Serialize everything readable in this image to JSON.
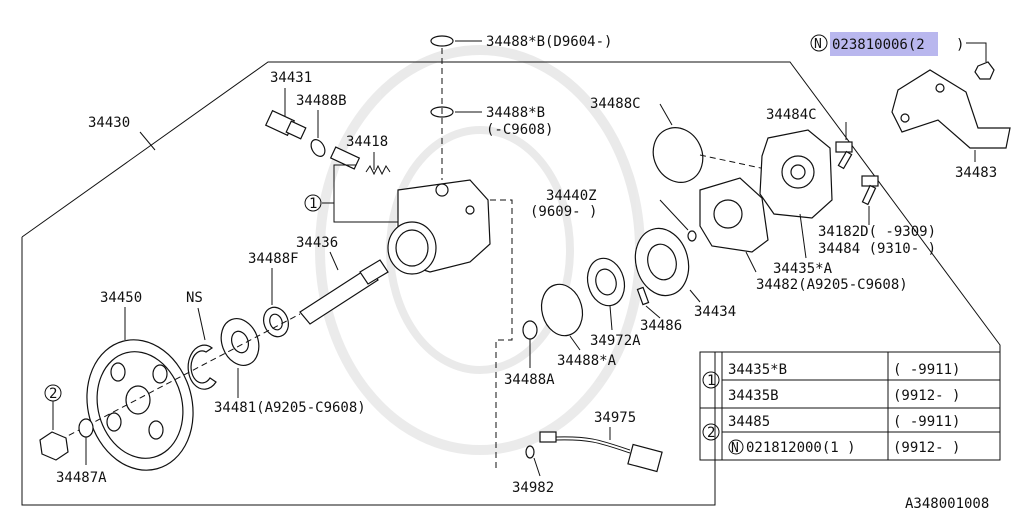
{
  "diagram_id": "A348001008",
  "labels": {
    "p34488B_top": "34488*B(D9604-)",
    "p34488B_mid_a": "34488*B",
    "p34488B_mid_b": "(-C9608)",
    "p34431": "34431",
    "p34488B": "34488B",
    "p34418": "34418",
    "p34430": "34430",
    "p34436": "34436",
    "p34488F": "34488F",
    "p34450": "34450",
    "ns": "NS",
    "p34481": "34481(A9205-C9608)",
    "p34487A": "34487A",
    "p34488C": "34488C",
    "p34440Z_a": "34440Z",
    "p34440Z_b": "(9609-    )",
    "p34484C": "34484C",
    "p34483": "34483",
    "p34182D": "34182D(   -9309)",
    "p34484": "34484 (9310-   )",
    "p34435A": "34435*A",
    "p34482": "34482(A9205-C9608)",
    "p34434": "34434",
    "p34486": "34486",
    "p34972A": "34972A",
    "p34488A_star": "34488*A",
    "p34488A": "34488A",
    "p34975": "34975",
    "p34982": "34982",
    "top_right_partno": "023810006(2",
    "top_right_paren": ")",
    "callout_1": "1",
    "callout_2": "2",
    "n_mark": "N"
  },
  "table": {
    "rows": [
      {
        "group": "1",
        "part": "34435*B",
        "range": "(   -9911)"
      },
      {
        "group": "1",
        "part": "34435B",
        "range": "(9912-   )"
      },
      {
        "group": "2",
        "part": "34485",
        "range": "(   -9911)"
      },
      {
        "group": "2",
        "part": "021812000(1 )",
        "range": "(9912-   )"
      }
    ]
  },
  "colors": {
    "line": "#111111",
    "highlight": "#b9b7ee"
  }
}
